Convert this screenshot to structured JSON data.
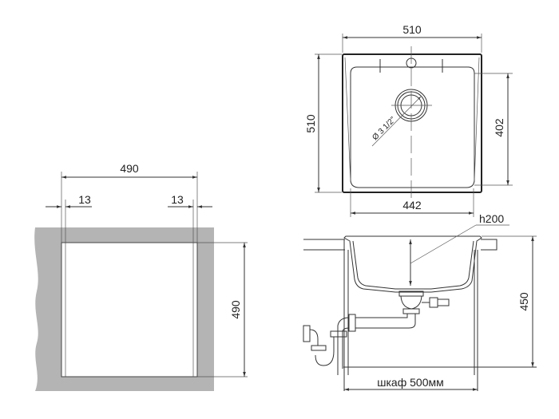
{
  "cutout_view": {
    "width_label": "490",
    "left_offset_label": "13",
    "right_offset_label": "13",
    "height_label": "490",
    "countertop_color": "#b4b4b4"
  },
  "top_view": {
    "outer_width_label": "510",
    "outer_height_label": "510",
    "bowl_height_label": "402",
    "bowl_width_label": "442",
    "drain_label": "Ø 3 1/2\""
  },
  "side_view": {
    "depth_label": "h200",
    "height_label": "450",
    "cabinet_label": "шкаф 500мм"
  }
}
